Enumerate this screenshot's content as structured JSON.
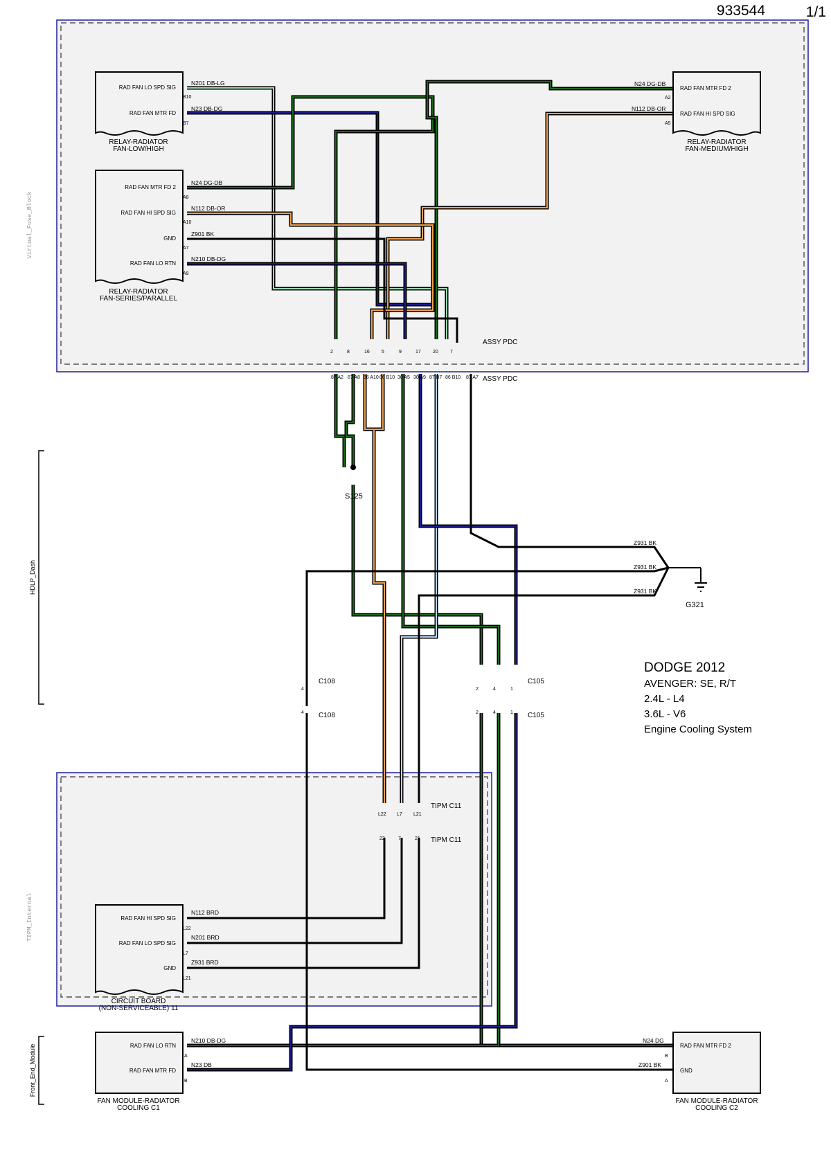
{
  "header": {
    "doc_number": "933544",
    "page": "1/1"
  },
  "title_block": {
    "make_year": "DODGE 2012",
    "model": "AVENGER: SE, R/T",
    "engine1": "2.4L - L4",
    "engine2": "3.6L - V6",
    "system": "Engine Cooling System"
  },
  "sections": {
    "virtual_fuse_block": "Virtual_Fuse_Block",
    "hdlp_dash": "HDLP_Dash",
    "tipm_internal": "TIPM_Internal",
    "front_end_module": "Front_End_Module"
  },
  "components": {
    "relay_low_high": {
      "name": "RELAY-RADIATOR FAN-LOW/HIGH",
      "name_l1": "RELAY-RADIATOR",
      "name_l2": "FAN-LOW/HIGH",
      "signals": [
        "RAD FAN LO SPD SIG",
        "RAD FAN MTR FD"
      ],
      "pins": [
        "B10",
        "B7"
      ],
      "wires": [
        "N201 DB-LG",
        "N23 DB-DG"
      ]
    },
    "relay_series_parallel": {
      "name": "RELAY-RADIATOR FAN-SERIES/PARALLEL",
      "name_l1": "RELAY-RADIATOR",
      "name_l2": "FAN-SERIES/PARALLEL",
      "signals": [
        "RAD FAN MTR FD 2",
        "RAD FAN HI SPD SIG",
        "GND",
        "RAD FAN LO RTN"
      ],
      "pins": [
        "A8",
        "A10",
        "A7",
        "A9"
      ],
      "wires": [
        "N24 DG-DB",
        "N112 DB-OR",
        "Z901 BK",
        "N210 DB-DG"
      ]
    },
    "relay_medium_high": {
      "name": "RELAY-RADIATOR FAN-MEDIUM/HIGH",
      "name_l1": "RELAY-RADIATOR",
      "name_l2": "FAN-MEDIUM/HIGH",
      "signals": [
        "RAD FAN MTR FD 2",
        "RAD FAN HI SPD SIG"
      ],
      "pins": [
        "A2",
        "A5"
      ],
      "wires": [
        "N24 DG-DB",
        "N112 DB-OR"
      ]
    },
    "circuit_board": {
      "name_l1": "CIRCUIT BOARD",
      "name_l2": "(NON-SERVICEABLE) 11",
      "signals": [
        "RAD FAN HI SPD SIG",
        "RAD FAN LO SPD SIG",
        "GND"
      ],
      "pins": [
        "L22",
        "L7",
        "L21"
      ],
      "wires": [
        "N112 BRD",
        "N201 BRD",
        "Z931 BRD"
      ]
    },
    "fan_c1": {
      "name_l1": "FAN MODULE-RADIATOR",
      "name_l2": "COOLING C1",
      "signals": [
        "RAD FAN LO RTN",
        "RAD FAN MTR FD"
      ],
      "pins": [
        "A",
        "B"
      ],
      "wires": [
        "N210 DB-DG",
        "N23 DB"
      ]
    },
    "fan_c2": {
      "name_l1": "FAN MODULE-RADIATOR",
      "name_l2": "COOLING C2",
      "signals": [
        "RAD FAN MTR FD 2",
        "GND"
      ],
      "pins": [
        "B",
        "A"
      ],
      "wires": [
        "N24 DG",
        "Z901 BK"
      ]
    }
  },
  "connectors": {
    "assy_pdc": "ASSY PDC",
    "pdc_upper_pins": [
      "2",
      "8",
      "16",
      "5",
      "9",
      "17",
      "20",
      "7"
    ],
    "pdc_lower_pins": [
      "87 A2",
      "87 A8",
      "86 A10",
      "86 B10",
      "30 A5",
      "30 A9",
      "87 B7",
      "86 B10",
      "87 A7"
    ],
    "splice": "S125",
    "ground": "G321",
    "ground_wires": [
      "Z931 BK",
      "Z931 BK",
      "Z931 BK"
    ],
    "c108": "C108",
    "c108_pin": "4",
    "c105": "C105",
    "c105_pins": [
      "2",
      "4",
      "1"
    ],
    "tipm": "TIPM C11",
    "tipm_upper_pins": [
      "L22",
      "L7",
      "L21"
    ],
    "tipm_lower_pins": [
      "22",
      "7",
      "21"
    ]
  },
  "colors": {
    "dark_blue": "#1a1a8c",
    "dark_green": "#1a661a",
    "light_blue": "#b8d6f0",
    "orange": "#f0a050",
    "light_green": "#9fd8b0",
    "black": "#000000",
    "frame_blue": "#1e1e9e",
    "panel_fill": "#f2f2f2"
  }
}
